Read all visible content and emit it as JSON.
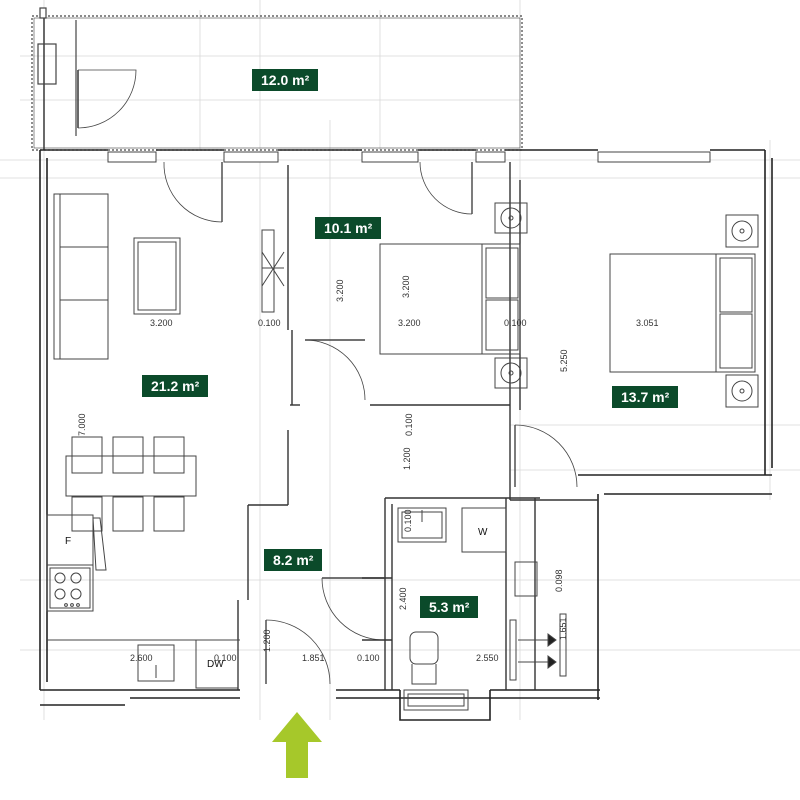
{
  "areas": {
    "terrace": "12.0 m²",
    "bedroom_small": "10.1 m²",
    "living_kitchen": "21.2 m²",
    "bedroom_master": "13.7 m²",
    "hall": "8.2 m²",
    "bathroom": "5.3 m²"
  },
  "dimensions": {
    "d_3200_a": "3.200",
    "d_0100_a": "0.100",
    "d_3200_b": "3.200",
    "d_3200_c": "3.200",
    "d_3200_d": "3.200",
    "d_0100_b": "0.100",
    "d_3051": "3.051",
    "d_5250": "5.250",
    "d_7000": "7.000",
    "d_0100_c": "0.100",
    "d_1200_a": "1.200",
    "d_0100_d": "0.100",
    "d_2400": "2.400",
    "d_0098": "0.098",
    "d_1651": "1.651",
    "d_2600": "2.600",
    "d_0100_e": "0.100",
    "d_1200_b": "1.200",
    "d_1851": "1.851",
    "d_0100_f": "0.100",
    "d_2550": "2.550"
  },
  "appliances": {
    "fridge": "F",
    "dishwasher": "DW",
    "washer": "W"
  },
  "colors": {
    "label_bg": "#0b4a2a",
    "entrance_arrow": "#a6c82a"
  },
  "icons": {
    "entrance": "arrow-up-icon"
  }
}
